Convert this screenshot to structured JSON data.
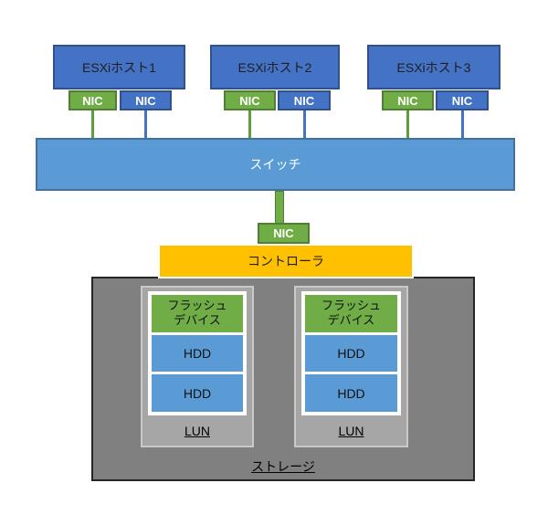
{
  "hosts": [
    {
      "label": "ESXiホスト1",
      "nic_left": "NIC",
      "nic_right": "NIC"
    },
    {
      "label": "ESXiホスト2",
      "nic_left": "NIC",
      "nic_right": "NIC"
    },
    {
      "label": "ESXiホスト3",
      "nic_left": "NIC",
      "nic_right": "NIC"
    }
  ],
  "switch": {
    "label": "スイッチ"
  },
  "storage_nic": {
    "label": "NIC"
  },
  "controller": {
    "label": "コントローラ"
  },
  "storage": {
    "label": "ストレージ",
    "luns": [
      {
        "label": "LUN",
        "flash_line1": "フラッシュ",
        "flash_line2": "デバイス",
        "hdd1": "HDD",
        "hdd2": "HDD"
      },
      {
        "label": "LUN",
        "flash_line1": "フラッシュ",
        "flash_line2": "デバイス",
        "hdd1": "HDD",
        "hdd2": "HDD"
      }
    ]
  },
  "colors": {
    "host_fill": "#4472C4",
    "host_border": "#2F528F",
    "nic_green_fill": "#70AD47",
    "nic_green_border": "#507E32",
    "nic_blue_fill": "#4472C4",
    "nic_blue_border": "#2F528F",
    "switch_fill": "#5B9BD5",
    "switch_border": "#41719C",
    "controller_fill": "#FFC000",
    "storage_fill": "#808080",
    "lun_fill": "#A6A6A6",
    "flash_fill": "#70AD47",
    "hdd_fill": "#5B9BD5",
    "connector_green": "#5F9E3E",
    "connector_blue": "#4472C4"
  }
}
